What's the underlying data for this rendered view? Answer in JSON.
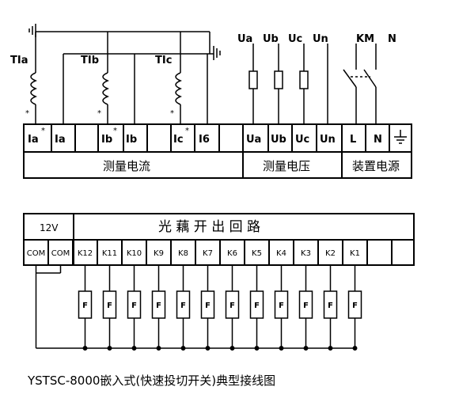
{
  "ct": [
    {
      "label": "TIa",
      "terminal": "Ia",
      "terminal_mark": "*",
      "return": "Ia"
    },
    {
      "label": "TIb",
      "terminal": "Ib",
      "terminal_mark": "*",
      "return": "Ib"
    },
    {
      "label": "TIc",
      "terminal": "Ic",
      "terminal_mark": "*",
      "return": "I6"
    }
  ],
  "dot_mark": "*",
  "voltage_terminals": [
    "Ua",
    "Ub",
    "Uc",
    "Un"
  ],
  "power_terminals": [
    "L",
    "N"
  ],
  "power_top_labels": [
    "KM",
    "N"
  ],
  "ground_glyph": "⏚",
  "sections": {
    "current": "测量电流",
    "voltage": "测量电压",
    "power": "装置电源"
  },
  "output_block": {
    "voltage_label": "12V",
    "title": "光 藕 开 出 回 路",
    "com_labels": [
      "COM",
      "COM"
    ],
    "channels": [
      "K12",
      "K11",
      "K10",
      "K9",
      "K8",
      "K7",
      "K6",
      "K5",
      "K4",
      "K3",
      "K2",
      "K1"
    ],
    "fuse_label": "F"
  },
  "caption": "YSTSC-8000嵌入式(快速投切开关)典型接线图"
}
